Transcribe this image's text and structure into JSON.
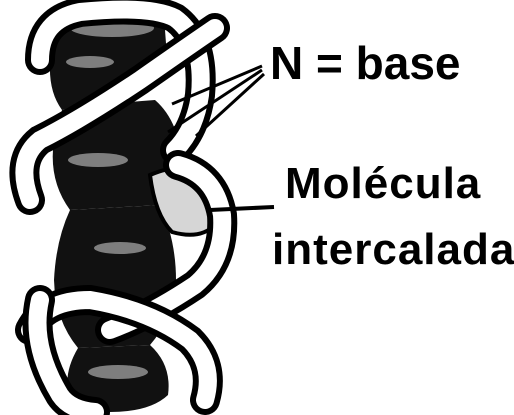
{
  "labels": {
    "base": "N = base",
    "molecule_line1": "Molécula",
    "molecule_line2": "intercalada"
  },
  "colors": {
    "background": "#ffffff",
    "ink": "#000000",
    "strand": "#ffffff",
    "base_stack": "#111111",
    "base_texture": "#8a8a8a",
    "intercalator": "#d6d6d6"
  }
}
